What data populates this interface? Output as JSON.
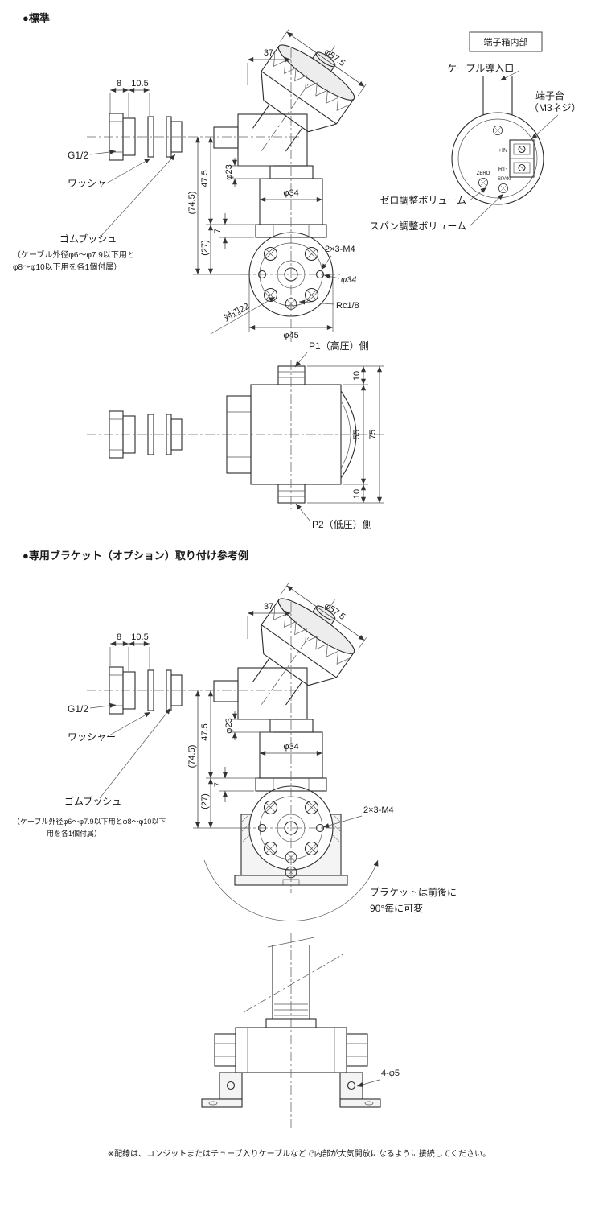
{
  "sections": {
    "standard_title": "●標準",
    "bracket_title": "●専用ブラケット（オプション）取り付け参考例"
  },
  "footnote": "※配線は、コンジットまたはチューブ入りケーブルなどで内部が大気開放になるように接続してください。",
  "labels": {
    "g12": "G1/2",
    "washer": "ワッシャー",
    "rubber_bush": "ゴムブッシュ",
    "rubber_bush_note_a1": "（ケーブル外径φ6～φ7.9以下用と",
    "rubber_bush_note_a2": "φ8～φ10以下用を各1個付属）",
    "rubber_bush_note_b1": "（ケーブル外径φ6～φ7.9以下用とφ8～φ10以下",
    "rubber_bush_note_b2": "用を各1個付属）",
    "p1": "P1（高圧）側",
    "p2": "P2（低圧）側",
    "bracket_note_1": "ブラケットは前後に",
    "bracket_note_2": "90°毎に可変"
  },
  "dims": {
    "d8": "8",
    "d10_5": "10.5",
    "d37": "37",
    "d57_5": "φ57.5",
    "d47_5": "47.5",
    "d23": "φ23",
    "d74_5": "(74.5)",
    "d27": "(27)",
    "d7": "7",
    "d34_body": "φ34",
    "m4": "2×3-M4",
    "d34_flange": "φ34",
    "rc18": "Rc1/8",
    "d45": "φ45",
    "flats22": "対辺22",
    "d10_top": "10",
    "d55": "55",
    "d75": "75",
    "d10_bottom": "10",
    "holes45": "4-φ5"
  },
  "terminal": {
    "box_title": "端子箱内部",
    "cable_entry": "ケーブル導入口",
    "block_line1": "端子台",
    "block_line2": "（M3ネジ）",
    "plus_in": "+IN",
    "rt": "RT-",
    "zero": "ZERO",
    "span": "SPAN",
    "zero_adjust": "ゼロ調整ボリューム",
    "span_adjust": "スパン調整ボリューム"
  }
}
